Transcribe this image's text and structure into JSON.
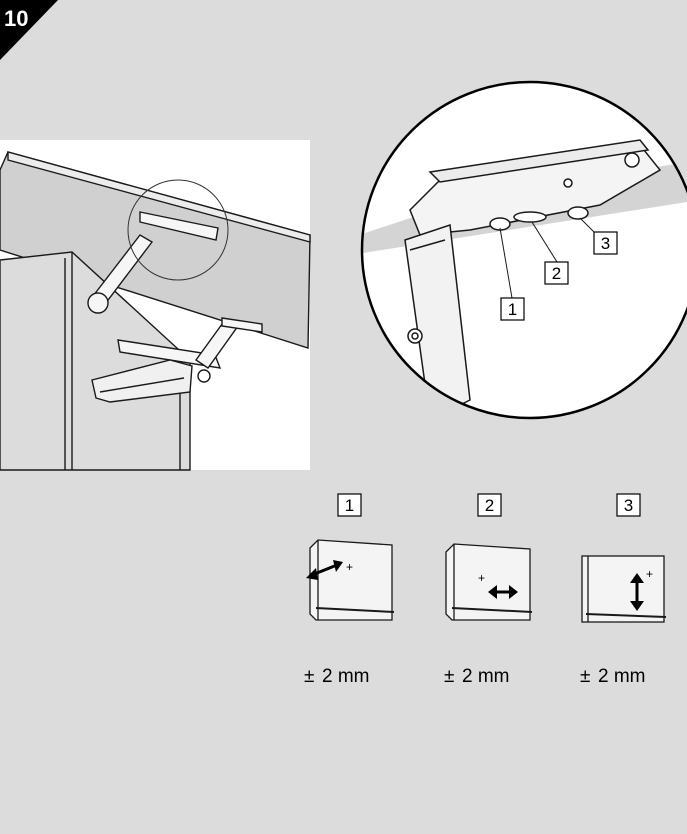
{
  "step": {
    "number": "10"
  },
  "callouts": [
    "1",
    "2",
    "3"
  ],
  "adjustments": [
    {
      "label": "1",
      "direction": "horizontal-left-edge",
      "range": "2 mm",
      "sign": "±"
    },
    {
      "label": "2",
      "direction": "horizontal",
      "range": "2 mm",
      "sign": "±"
    },
    {
      "label": "3",
      "direction": "vertical",
      "range": "2 mm",
      "sign": "±"
    }
  ],
  "colors": {
    "background": "#dcdcdc",
    "panel": "#f4f4f4",
    "ink": "#1a1a1a",
    "badge": "#000000"
  }
}
